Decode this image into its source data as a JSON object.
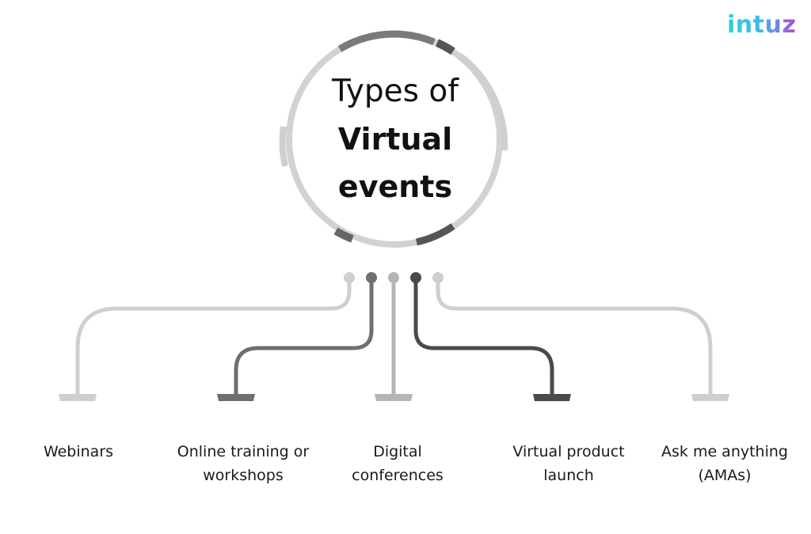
{
  "brand": {
    "logo_text": "intuz",
    "gradient": [
      "#27d4cf",
      "#3fb9e8",
      "#b14ad9"
    ]
  },
  "hub": {
    "title_line1": "Types of",
    "title_line2": "Virtual",
    "title_line3": "events"
  },
  "branches": [
    {
      "label_line1": "Webinars",
      "label_line2": "",
      "color": "#cfcfcf"
    },
    {
      "label_line1": "Online training or",
      "label_line2": "workshops",
      "color": "#6f6f6f"
    },
    {
      "label_line1": "Digital",
      "label_line2": "conferences",
      "color": "#b5b5b5"
    },
    {
      "label_line1": "Virtual product",
      "label_line2": "launch",
      "color": "#4a4a4a"
    },
    {
      "label_line1": "Ask me anything",
      "label_line2": "(AMAs)",
      "color": "#cfcfcf"
    }
  ]
}
